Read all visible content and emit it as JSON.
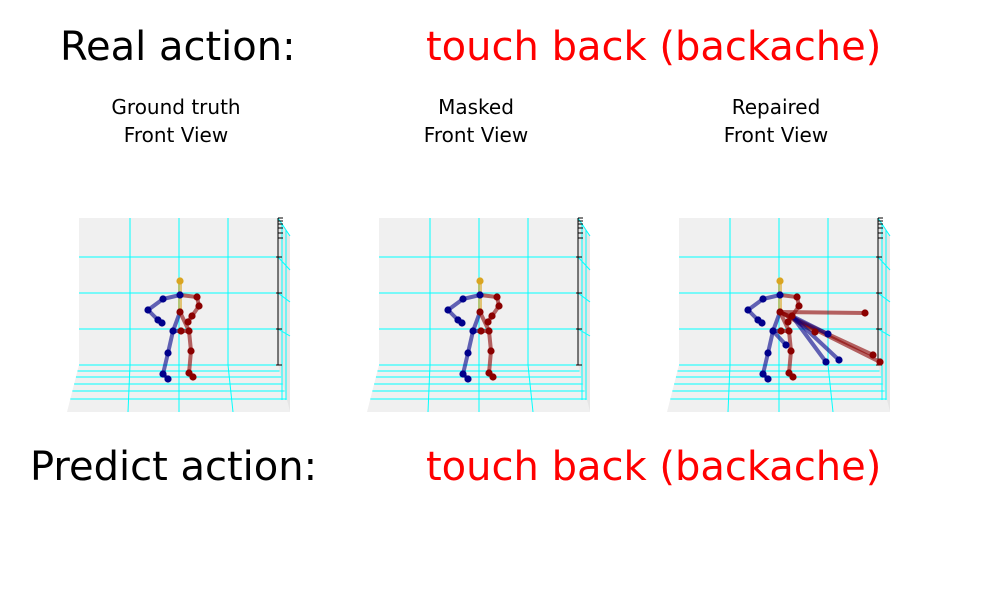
{
  "real_action": {
    "label": "Real action:",
    "value": "touch back (backache)"
  },
  "predict_action": {
    "label": "Predict action:",
    "value": "touch back (backache)"
  },
  "colors": {
    "action_text": "#ff0000",
    "grid": "#00ffff",
    "pane": "#f0f0f0",
    "left_side": "#00008b",
    "right_side": "#8b0000",
    "spine": "#daa520"
  },
  "panels": [
    {
      "id": "ground-truth",
      "title": [
        "Ground truth",
        "Front View"
      ]
    },
    {
      "id": "masked",
      "title": [
        "Masked",
        "Front View"
      ]
    },
    {
      "id": "repaired",
      "title": [
        "Repaired",
        "Front View"
      ]
    }
  ]
}
